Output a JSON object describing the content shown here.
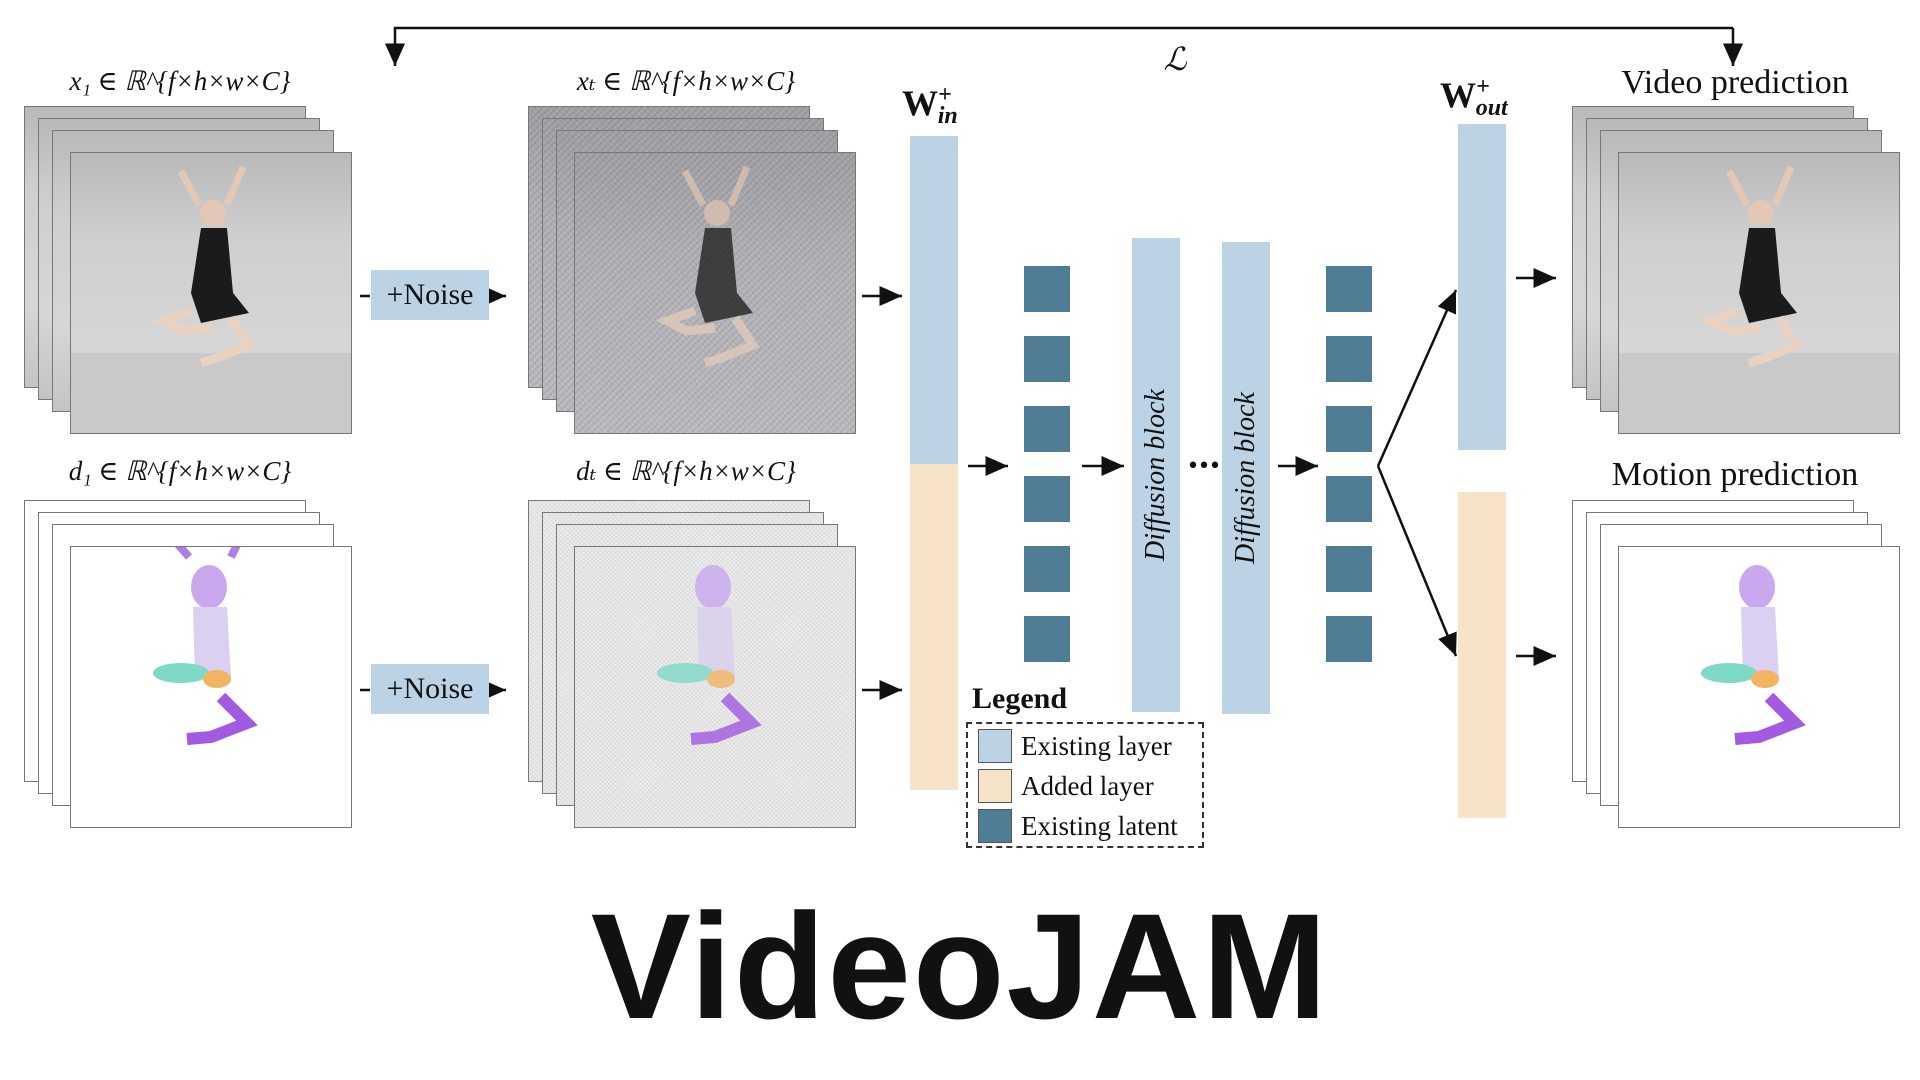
{
  "title": "VideoJAM",
  "labels": {
    "loss": "ℒ",
    "x1": "x₁ ∈ ℝ^{f×h×w×C}",
    "xt": "xₜ ∈ ℝ^{f×h×w×C}",
    "d1": "d₁ ∈ ℝ^{f×h×w×C}",
    "dt": "dₜ ∈ ℝ^{f×h×w×C}",
    "w_in": {
      "base": "W",
      "sup": "+",
      "sub": "in"
    },
    "w_out": {
      "base": "W",
      "sup": "+",
      "sub": "out"
    },
    "noise_top": "+Noise",
    "noise_bottom": "+Noise",
    "diffusion_block_1": "Diffusion block",
    "diffusion_block_2": "Diffusion block",
    "ellipsis": "•••",
    "video_prediction": "Video prediction",
    "motion_prediction": "Motion prediction"
  },
  "legend": {
    "title": "Legend",
    "items": [
      {
        "label": "Existing layer",
        "color": "#bcd3e6"
      },
      {
        "label": "Added layer",
        "color": "#f7e3c7"
      },
      {
        "label": "Existing latent",
        "color": "#4f7d96"
      }
    ]
  },
  "colors": {
    "existing_layer": "#bcd3e6",
    "added_layer": "#f7e3c7",
    "existing_latent": "#4f7d96"
  }
}
